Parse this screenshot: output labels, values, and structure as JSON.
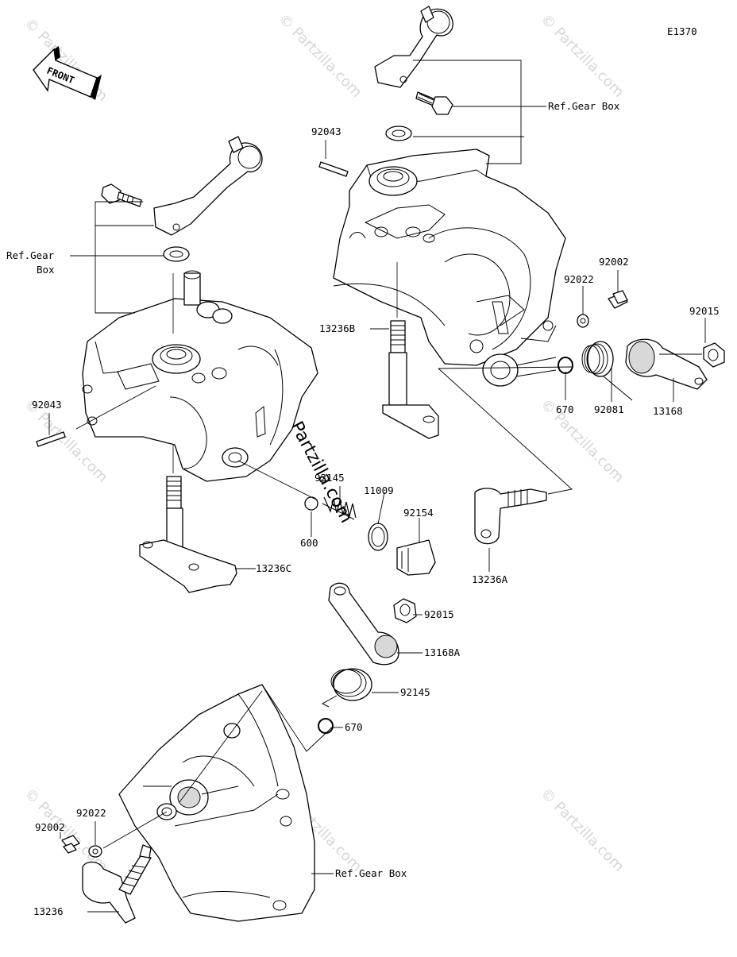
{
  "diagram": {
    "code": "E1370",
    "front_label": "FRONT",
    "watermark": "© Partzilla.com",
    "labels": {
      "ref_gear_box_top": "Ref.Gear Box",
      "ref_gear_box_left": "Ref.Gear\nBox",
      "ref_gear_box_bottom": "Ref.Gear Box",
      "p92043_top": "92043",
      "p92043_left": "92043",
      "p92002_right": "92002",
      "p92022_right": "92022",
      "p92015_right": "92015",
      "p13236B": "13236B",
      "p670_right": "670",
      "p92081": "92081",
      "p13168": "13168",
      "p92145_upper": "92145",
      "p11009": "11009",
      "p92154": "92154",
      "p600": "600",
      "p13236A": "13236A",
      "p13236C": "13236C",
      "p92015_mid": "92015",
      "p13168A": "13168A",
      "p92145_lower": "92145",
      "p670_lower": "670",
      "p92022_left": "92022",
      "p92002_left": "92002",
      "p13236": "13236"
    }
  }
}
